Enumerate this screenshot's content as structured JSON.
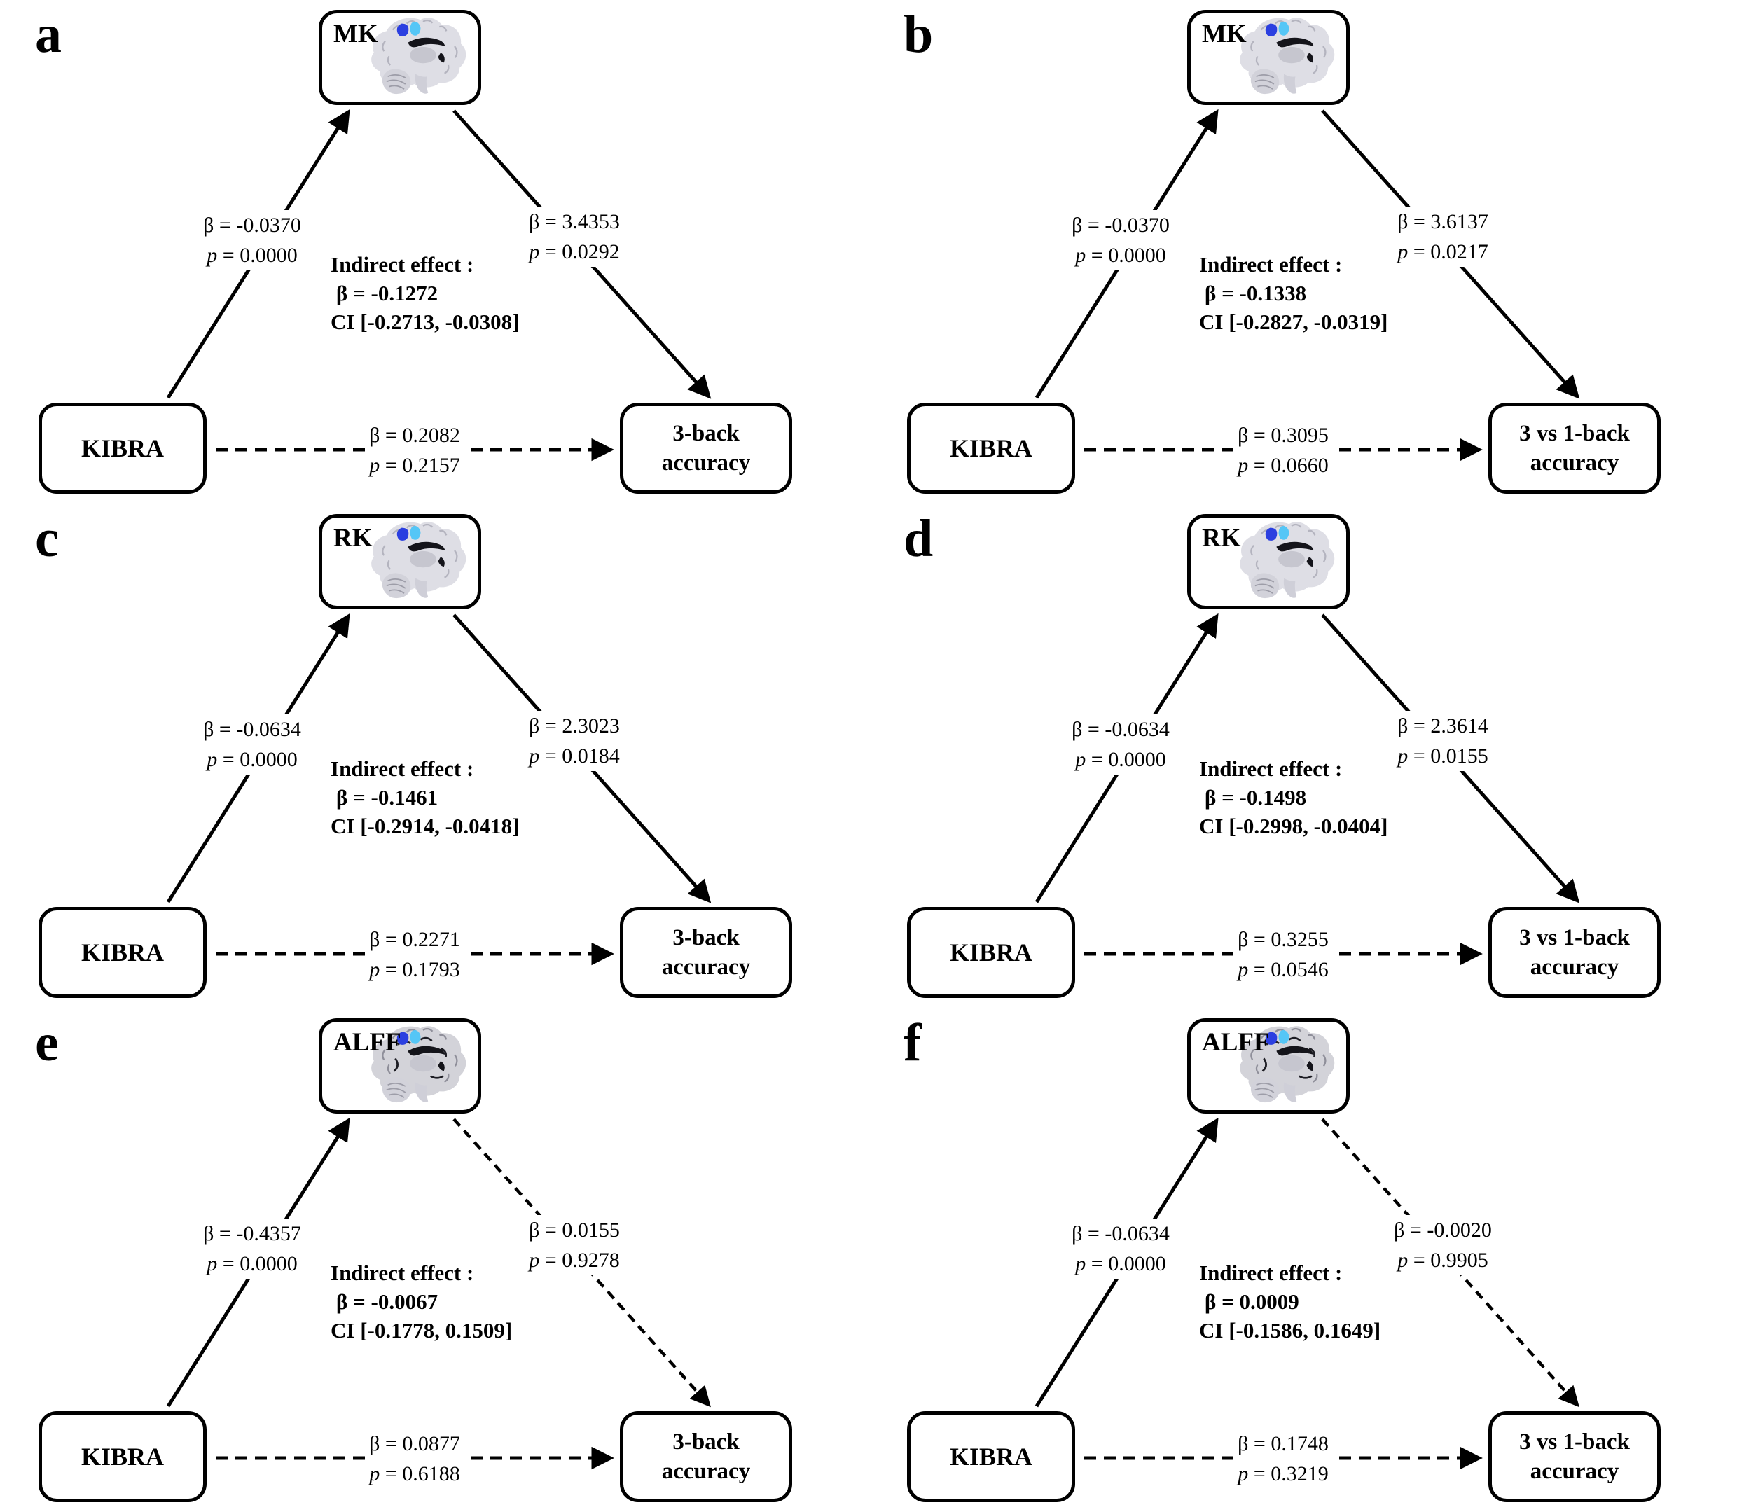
{
  "figure": {
    "background": "#ffffff",
    "line_color": "#000000",
    "cluster_blue_dark": "#2b3fe0",
    "cluster_blue_light": "#55c6f6"
  },
  "labels": {
    "p": "p"
  },
  "panels": [
    {
      "letter": "a",
      "mediator": "MK",
      "predictor": "KIBRA",
      "outcome_line1": "3-back",
      "outcome_line2": "accuracy",
      "path_a": {
        "beta": "β = -0.0370",
        "p_rest": " = 0.0000"
      },
      "path_b": {
        "beta": "β = 3.4353",
        "p_rest": " = 0.0292",
        "style": "solid"
      },
      "path_c": {
        "beta": "β = 0.2082",
        "p_rest": " = 0.2157"
      },
      "indirect": {
        "title": "Indirect effect :",
        "beta": "β = -0.1272",
        "ci": "CI [-0.2713, -0.0308]"
      }
    },
    {
      "letter": "b",
      "mediator": "MK",
      "predictor": "KIBRA",
      "outcome_line1": "3 vs 1-back",
      "outcome_line2": "accuracy",
      "path_a": {
        "beta": "β = -0.0370",
        "p_rest": " = 0.0000"
      },
      "path_b": {
        "beta": "β = 3.6137",
        "p_rest": " = 0.0217",
        "style": "solid"
      },
      "path_c": {
        "beta": "β = 0.3095",
        "p_rest": " = 0.0660"
      },
      "indirect": {
        "title": "Indirect effect :",
        "beta": "β = -0.1338",
        "ci": "CI [-0.2827, -0.0319]"
      }
    },
    {
      "letter": "c",
      "mediator": "RK",
      "predictor": "KIBRA",
      "outcome_line1": "3-back",
      "outcome_line2": "accuracy",
      "path_a": {
        "beta": "β = -0.0634",
        "p_rest": " = 0.0000"
      },
      "path_b": {
        "beta": "β = 2.3023",
        "p_rest": " = 0.0184",
        "style": "solid"
      },
      "path_c": {
        "beta": "β = 0.2271",
        "p_rest": " = 0.1793"
      },
      "indirect": {
        "title": "Indirect effect :",
        "beta": "β = -0.1461",
        "ci": "CI [-0.2914, -0.0418]"
      }
    },
    {
      "letter": "d",
      "mediator": "RK",
      "predictor": "KIBRA",
      "outcome_line1": "3 vs 1-back",
      "outcome_line2": "accuracy",
      "path_a": {
        "beta": "β = -0.0634",
        "p_rest": " = 0.0000"
      },
      "path_b": {
        "beta": "β = 2.3614",
        "p_rest": " = 0.0155",
        "style": "solid"
      },
      "path_c": {
        "beta": "β = 0.3255",
        "p_rest": " = 0.0546"
      },
      "indirect": {
        "title": "Indirect effect :",
        "beta": "β = -0.1498",
        "ci": "CI [-0.2998, -0.0404]"
      }
    },
    {
      "letter": "e",
      "mediator": "ALFF",
      "predictor": "KIBRA",
      "outcome_line1": "3-back",
      "outcome_line2": "accuracy",
      "path_a": {
        "beta": "β = -0.4357",
        "p_rest": " = 0.0000"
      },
      "path_b": {
        "beta": "β = 0.0155",
        "p_rest": " = 0.9278",
        "style": "dashed"
      },
      "path_c": {
        "beta": "β = 0.0877",
        "p_rest": " = 0.6188"
      },
      "indirect": {
        "title": "Indirect effect :",
        "beta": "β = -0.0067",
        "ci": "CI [-0.1778, 0.1509]"
      }
    },
    {
      "letter": "f",
      "mediator": "ALFF",
      "predictor": "KIBRA",
      "outcome_line1": "3 vs 1-back",
      "outcome_line2": "accuracy",
      "path_a": {
        "beta": "β = -0.0634",
        "p_rest": " = 0.0000"
      },
      "path_b": {
        "beta": "β = -0.0020",
        "p_rest": " = 0.9905",
        "style": "dashed"
      },
      "path_c": {
        "beta": "β = 0.1748",
        "p_rest": " = 0.3219"
      },
      "indirect": {
        "title": "Indirect effect :",
        "beta": "β = 0.0009",
        "ci": "CI [-0.1586, 0.1649]"
      }
    }
  ]
}
